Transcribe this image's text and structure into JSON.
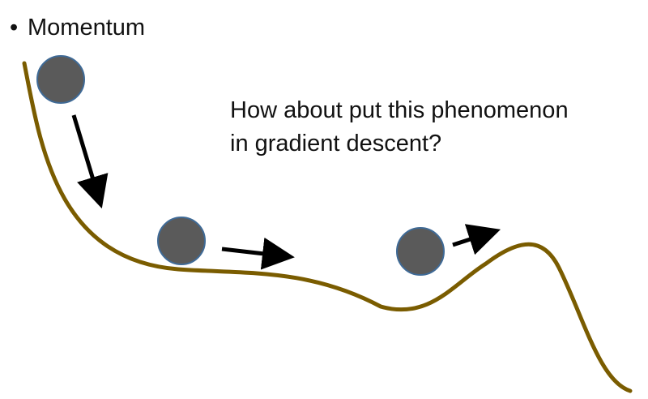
{
  "bullet": {
    "symbol": "•",
    "text": "Momentum"
  },
  "question": {
    "line1": "How about put this phenomenon",
    "line2": "in gradient descent?"
  },
  "colors": {
    "curve": "#7a5c00",
    "ball_fill": "#5a5a5a",
    "ball_stroke": "#3f6a96",
    "arrow": "#000000"
  }
}
